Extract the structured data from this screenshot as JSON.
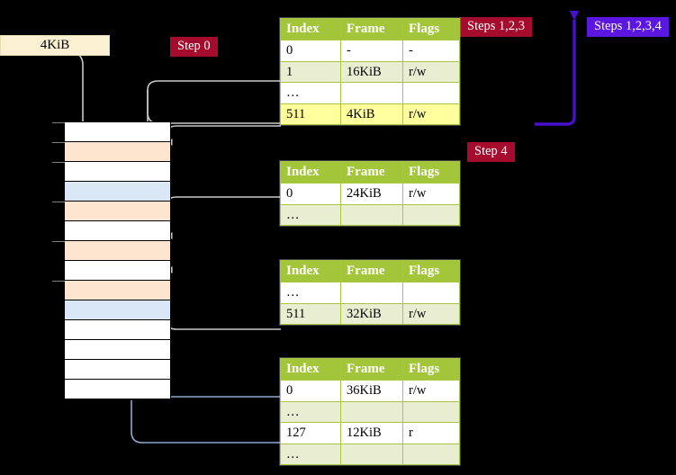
{
  "diagram": {
    "title_labels": {
      "size_label": "4KiB",
      "step0": "Step 0",
      "steps123": "Steps 1,2,3",
      "steps1234": "Steps 1,2,3,4",
      "step4": "Step 4"
    },
    "colors": {
      "table_header": "#a2c539",
      "table_alt_row": "#e9eed2",
      "highlight": "#ffff9e",
      "badge_crimson": "#a40b2c",
      "badge_violet": "#5b16e0",
      "memory_peach": "#fde5cf",
      "memory_blue": "#d9e7f7",
      "size_label_bg": "#fcf0d2",
      "gray_wire": "#c9c9c9",
      "blue_wire": "#8da9cf",
      "background": "#000000"
    },
    "columns": [
      "Index",
      "Frame",
      "Flags"
    ],
    "tables": [
      {
        "name": "pml4-table",
        "rows": [
          {
            "index": "0",
            "frame": "-",
            "flags": "-",
            "style": "plain"
          },
          {
            "index": "1",
            "frame": "16KiB",
            "flags": "r/w",
            "style": "alt"
          },
          {
            "index": "…",
            "frame": "",
            "flags": "",
            "style": "plain"
          },
          {
            "index": "511",
            "frame": "4KiB",
            "flags": "r/w",
            "style": "hl"
          }
        ]
      },
      {
        "name": "pdp-table",
        "rows": [
          {
            "index": "0",
            "frame": "24KiB",
            "flags": "r/w",
            "style": "plain"
          },
          {
            "index": "…",
            "frame": "",
            "flags": "",
            "style": "alt"
          }
        ]
      },
      {
        "name": "pd-table",
        "rows": [
          {
            "index": "…",
            "frame": "",
            "flags": "",
            "style": "plain"
          },
          {
            "index": "511",
            "frame": "32KiB",
            "flags": "r/w",
            "style": "alt"
          }
        ]
      },
      {
        "name": "pt-table",
        "rows": [
          {
            "index": "0",
            "frame": "36KiB",
            "flags": "r/w",
            "style": "plain"
          },
          {
            "index": "…",
            "frame": "",
            "flags": "",
            "style": "alt"
          },
          {
            "index": "127",
            "frame": "12KiB",
            "flags": "r",
            "style": "plain"
          },
          {
            "index": "…",
            "frame": "",
            "flags": "",
            "style": "alt"
          }
        ]
      }
    ],
    "memory_rows": [
      {
        "fill": "white"
      },
      {
        "fill": "peach"
      },
      {
        "fill": "white"
      },
      {
        "fill": "blue"
      },
      {
        "fill": "peach"
      },
      {
        "fill": "white"
      },
      {
        "fill": "peach"
      },
      {
        "fill": "white"
      },
      {
        "fill": "peach"
      },
      {
        "fill": "blue"
      },
      {
        "fill": "white"
      },
      {
        "fill": "white"
      },
      {
        "fill": "white"
      },
      {
        "fill": "white"
      }
    ]
  }
}
